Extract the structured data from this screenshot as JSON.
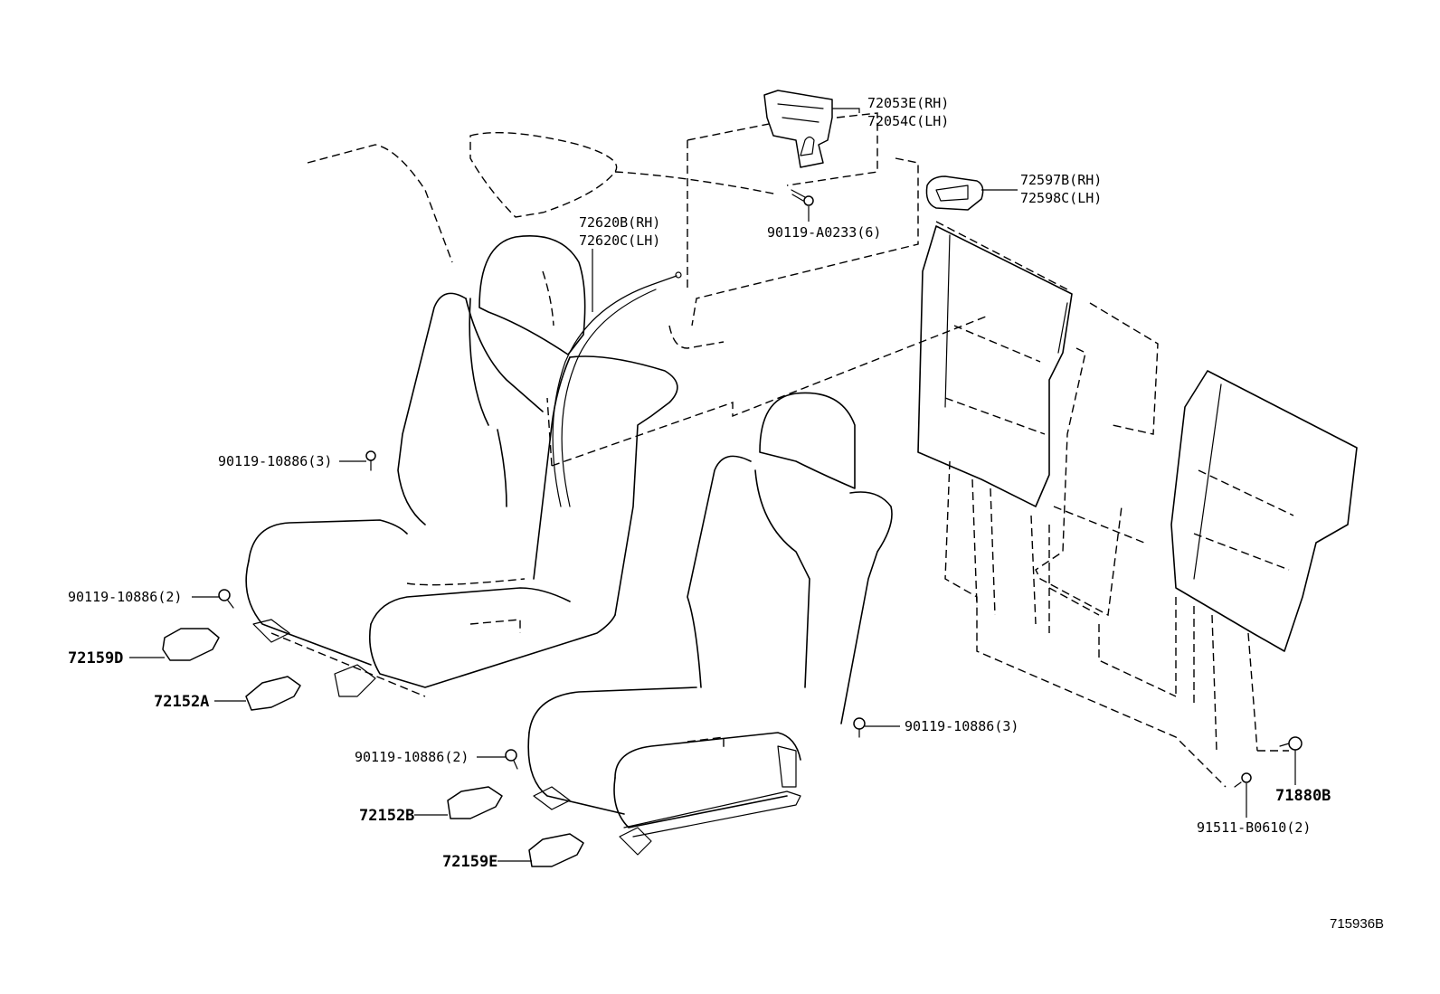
{
  "callouts": {
    "p72053E": "72053E(RH)",
    "p72054C": "72054C(LH)",
    "p72597B": "72597B(RH)",
    "p72598C": "72598C(LH)",
    "p72620B": "72620B(RH)",
    "p72620C": "72620C(LH)",
    "p90119A0233": "90119-A0233(6)",
    "p90119_10886_3_left": "90119-10886(3)",
    "p90119_10886_2_left": "90119-10886(2)",
    "p72159D": "72159D",
    "p72152A": "72152A",
    "p90119_10886_2_mid": "90119-10886(2)",
    "p72152B": "72152B",
    "p72159E": "72159E",
    "p90119_10886_3_right": "90119-10886(3)",
    "p71880B": "71880B",
    "p91511B0610": "91511-B0610(2)"
  },
  "diagram_code": "715936B"
}
